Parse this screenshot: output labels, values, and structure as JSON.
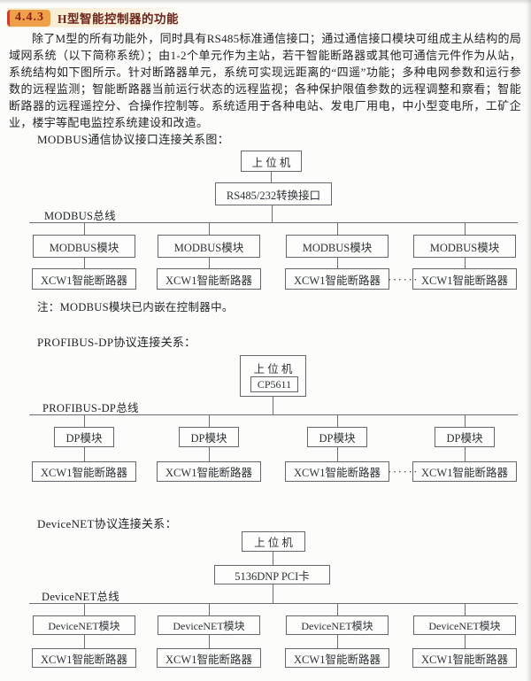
{
  "section": {
    "number": "4.4.3",
    "title": "H型智能控制器的功能",
    "paragraph": "除了M型的所有功能外，同时具有RS485标准通信接口；通过通信接口模块可组成主从结构的局域网系统（以下简称系统）；由1-2个单元作为主站，若干智能断路器或其他可通信元件作为从站，系统结构如下图所示。针对断路器单元，系统可实现远距离的“四遥”功能；多种电网参数和运行参数的远程监测；智能断路器当前运行状态的远程监视；各种保护限值参数的远程调整和察看；智能断路器的远程遥控分、合操作控制等。系统适用于各种电站、发电厂用电，中小型变电所，工矿企业，楼宇等配电监控系统建设和改造。"
  },
  "diagrams": [
    {
      "title": "MODBUS通信协议接口连接关系图：",
      "host": "上 位 机",
      "converter": "RS485/232转换接口",
      "bus_label": "MODBUS总线",
      "module_label": "MODBUS模块",
      "device_label": "XCW1智能断路器",
      "ellipsis": "······",
      "note": "注：MODBUS模块已内嵌在控制器中。"
    },
    {
      "title": "PROFIBUS-DP协议连接关系：",
      "host": "上 位 机",
      "host_card": "CP5611",
      "bus_label": "PROFIBUS-DP总线",
      "module_label": "DP模块",
      "device_label": "XCW1智能断路器",
      "ellipsis": "······"
    },
    {
      "title": "DeviceNET协议连接关系：",
      "host": "上 位 机",
      "converter": "5136DNP PCI卡",
      "bus_label": "DeviceNET总线",
      "module_label": "DeviceNET模块",
      "device_label": "XCW1智能断路器"
    }
  ],
  "colors": {
    "accent_red": "#c84029",
    "highlight_orange": "#efa04b",
    "highlight_cream": "#f7eacd",
    "section_text": "#6e2319",
    "line_gray": "#6a6e73"
  }
}
